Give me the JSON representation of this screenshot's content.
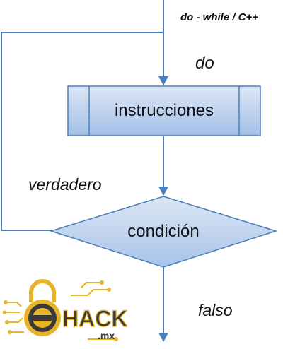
{
  "diagram": {
    "title": "do - while / C++",
    "do_label": "do",
    "process": "instrucciones",
    "condition": "condición",
    "true_branch": "verdadero",
    "false_branch": "falso"
  },
  "logo": {
    "text_main": "HACK",
    "text_sub": ".mx",
    "color_gold": "#E7B32A",
    "color_dark": "#3A3A3A"
  },
  "colors": {
    "line": "#4A7EBB",
    "shape_fill_top": "#DCE6F4",
    "shape_fill_bottom": "#A3C0E8"
  }
}
